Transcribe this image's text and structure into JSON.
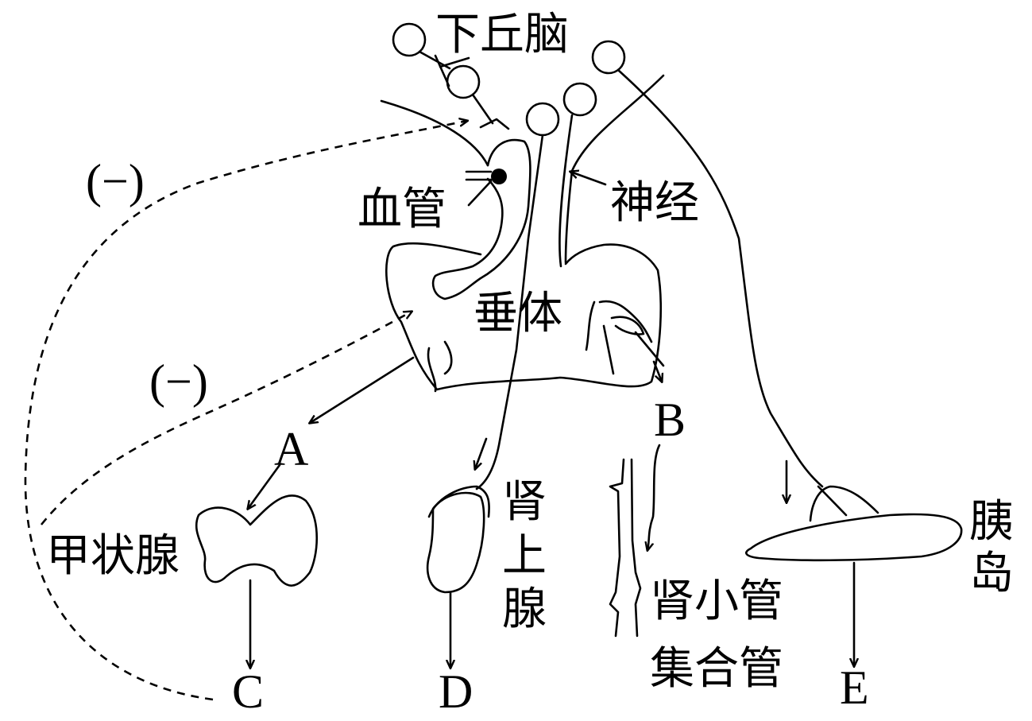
{
  "labels": {
    "hypothalamus": "下丘脑",
    "blood_vessel": "血管",
    "nerve": "神经",
    "pituitary": "垂体",
    "thyroid": "甲状腺",
    "adrenal_line1": "肾",
    "adrenal_line2": "上",
    "adrenal_line3": "腺",
    "tubule": "肾小管",
    "collecting_duct": "集合管",
    "islet_line1": "胰",
    "islet_line2": "岛",
    "neg_upper": "(−)",
    "neg_lower": "(−)",
    "A": "A",
    "B": "B",
    "C": "C",
    "D": "D",
    "E": "E"
  }
}
